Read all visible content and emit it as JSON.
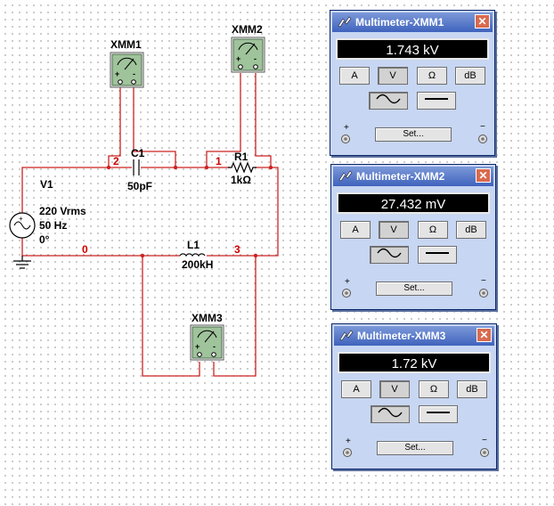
{
  "schematic": {
    "source": {
      "name": "V1",
      "voltage": "220 Vrms",
      "frequency": "50 Hz",
      "phase": "0°"
    },
    "capacitor": {
      "name": "C1",
      "value": "50pF"
    },
    "resistor": {
      "name": "R1",
      "value": "1kΩ"
    },
    "inductor": {
      "name": "L1",
      "value": "200kH"
    },
    "nodes": {
      "n0": "0",
      "n1": "1",
      "n2": "2",
      "n3": "3"
    },
    "meters": {
      "m1": "XMM1",
      "m2": "XMM2",
      "m3": "XMM3"
    }
  },
  "windows": [
    {
      "title": "Multimeter-XMM1",
      "reading": "1.743 kV",
      "close": "✕",
      "buttons": {
        "a": "A",
        "v": "V",
        "ohm": "Ω",
        "db": "dB"
      },
      "set": "Set...",
      "plus": "+",
      "minus": "−"
    },
    {
      "title": "Multimeter-XMM2",
      "reading": "27.432 mV",
      "close": "✕",
      "buttons": {
        "a": "A",
        "v": "V",
        "ohm": "Ω",
        "db": "dB"
      },
      "set": "Set...",
      "plus": "+",
      "minus": "−"
    },
    {
      "title": "Multimeter-XMM3",
      "reading": "1.72 kV",
      "close": "✕",
      "buttons": {
        "a": "A",
        "v": "V",
        "ohm": "Ω",
        "db": "dB"
      },
      "set": "Set...",
      "plus": "+",
      "minus": "−"
    }
  ],
  "colors": {
    "wire": "#cc2222",
    "node_label": "#cc0000",
    "window_bg": "#c7d6f2",
    "title_bar": "#4a6ec4",
    "meter_icon": "#9fc39b"
  }
}
